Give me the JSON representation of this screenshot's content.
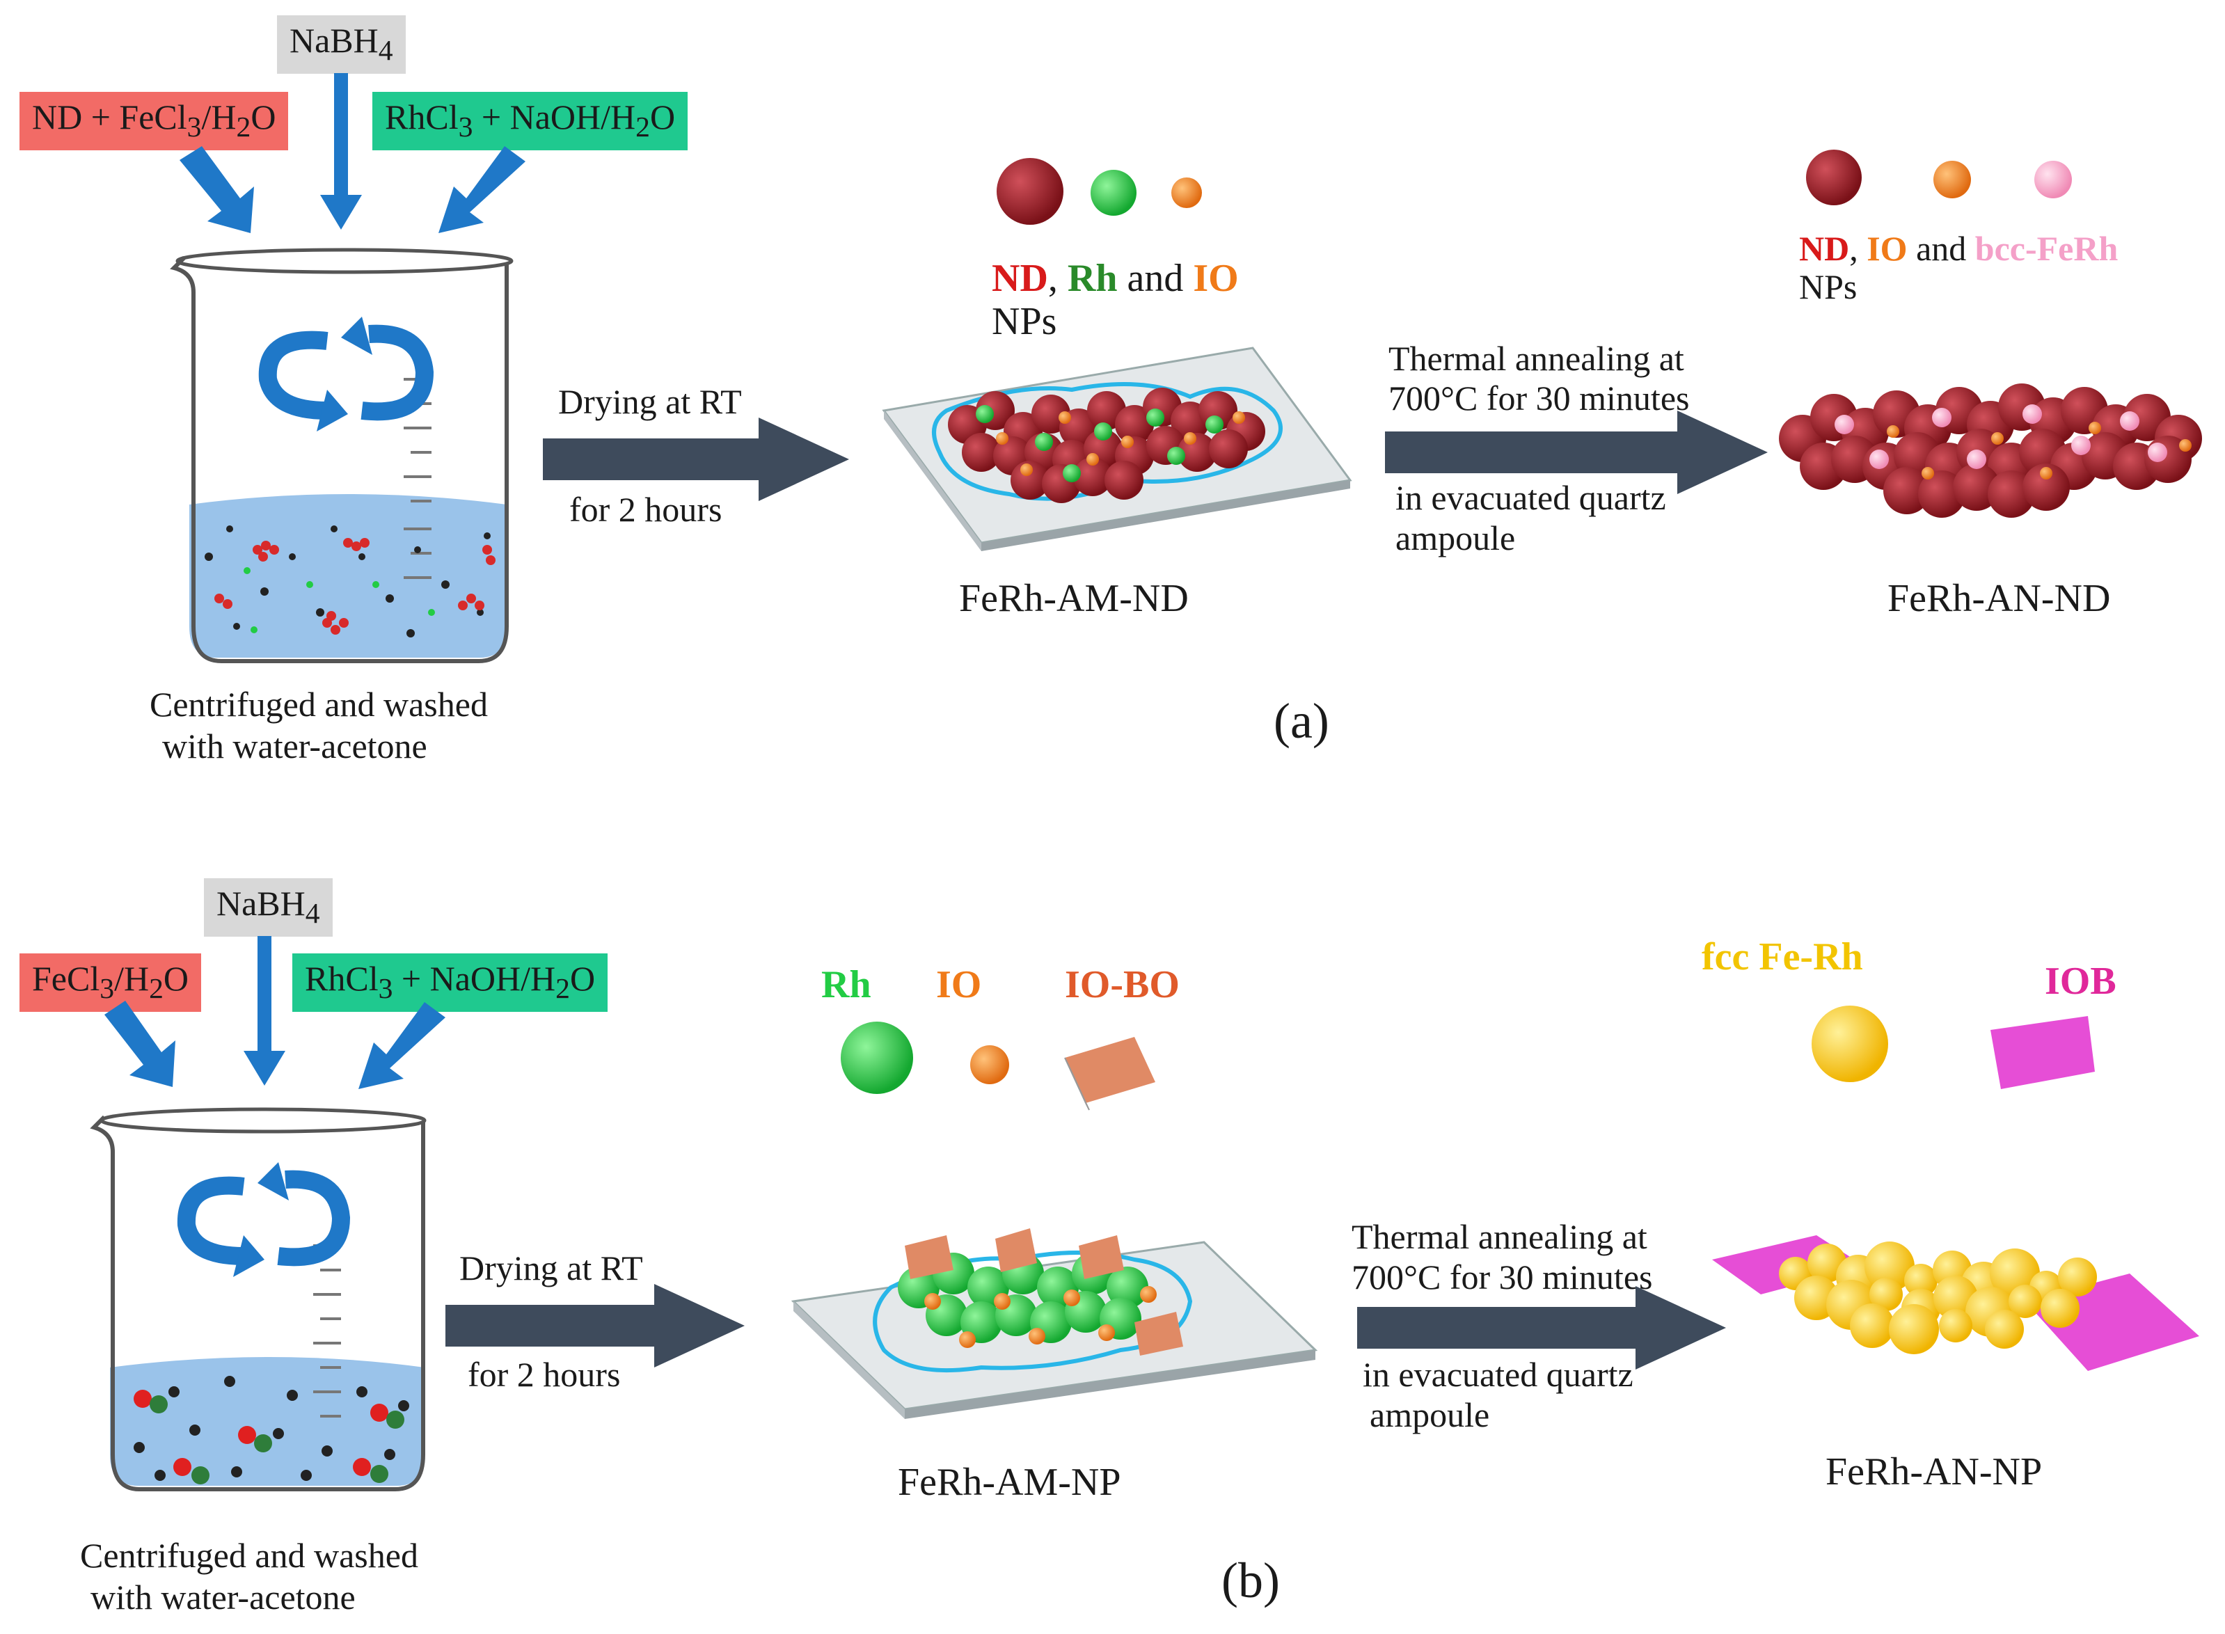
{
  "panel_a": {
    "reagents": {
      "left": [
        "ND + FeCl",
        "3",
        "/H",
        "2",
        "O"
      ],
      "top": [
        "NaBH",
        "4"
      ],
      "right": [
        "RhCl",
        "3",
        " + NaOH/H",
        "2",
        "O"
      ]
    },
    "beaker_caption": [
      "Centrifuged and washed",
      "with water-acetone"
    ],
    "arrow1": {
      "top": "Drying at RT",
      "bottom": "for 2 hours"
    },
    "legend1": {
      "nd": "ND",
      "sep1": ", ",
      "rh": "Rh",
      "and": " and ",
      "io": "IO",
      "nps": "NPs"
    },
    "product1": "FeRh-AM-ND",
    "arrow2": {
      "top1": "Thermal annealing at",
      "top2": "700°C for 30 minutes",
      "bottom1": "in evacuated quartz",
      "bottom2": "ampoule"
    },
    "legend2": {
      "nd": "ND",
      "sep1": ", ",
      "io": "IO",
      "and": " and ",
      "bcc": "bcc-FeRh",
      "nps": "NPs"
    },
    "product2": "FeRh-AN-ND",
    "label": "(a)"
  },
  "panel_b": {
    "reagents": {
      "left": [
        "FeCl",
        "3",
        "/H",
        "2",
        "O"
      ],
      "top": [
        "NaBH",
        "4"
      ],
      "right": [
        "RhCl",
        "3",
        " + NaOH/H",
        "2",
        "O"
      ]
    },
    "beaker_caption": [
      "Centrifuged and washed",
      "with water-acetone"
    ],
    "arrow1": {
      "top": "Drying at RT",
      "bottom": "for 2 hours"
    },
    "legend1": {
      "rh": "Rh",
      "io": "IO",
      "iobo": "IO-BO"
    },
    "product1": "FeRh-AM-NP",
    "arrow2": {
      "top1": "Thermal annealing at",
      "top2": "700°C for 30 minutes",
      "bottom1": "in evacuated quartz",
      "bottom2": "ampoule"
    },
    "legend2": {
      "fcc": "fcc Fe-Rh",
      "iob": "IOB"
    },
    "product2": "FeRh-AN-NP",
    "label": "(b)"
  },
  "colors": {
    "nd": "#9b1c22",
    "rh": "#22cc44",
    "io": "#f08a2a",
    "bcc": "#f6a9c8",
    "fcc": "#ffd21a",
    "iob": "#e64ed6",
    "iobo": "#e07a55",
    "arrow_dark": "#3e4b5c",
    "arrow_blue": "#1f78c8",
    "liquid": "#8fbde8"
  }
}
